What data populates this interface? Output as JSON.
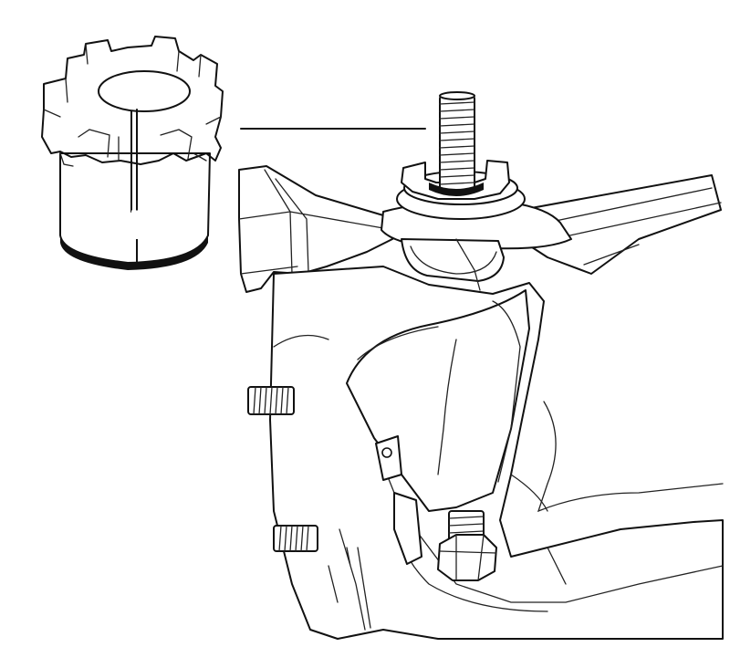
{
  "colors": {
    "highlight": "#ffee00",
    "line": "#111111",
    "background": "#ffffff"
  },
  "parts": {
    "bushing": "adjustment-cam-bushing",
    "stud": "upper-ball-joint-stud",
    "arm": "upper-control-arm",
    "knuckle": "steering-knuckle",
    "wheel_studs": "hub-wheel-studs",
    "nut": "lower-hex-nut"
  }
}
